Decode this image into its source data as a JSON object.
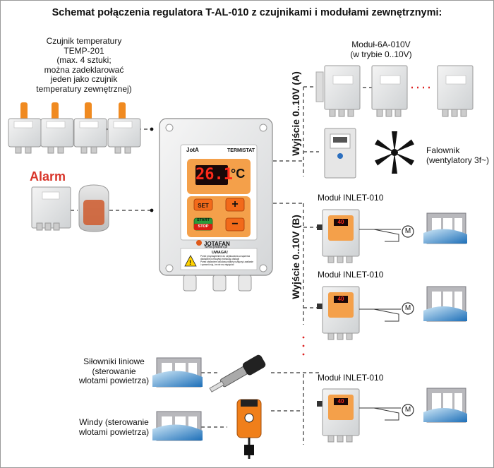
{
  "title": "Schemat połączenia regulatora T-AL-010 z czujnikami i modułami zewnętrznymi:",
  "sensor_label": [
    "Czujnik temperatury",
    "TEMP-201",
    "(max. 4 sztuki;",
    "można zadeklarować",
    "jeden jako czujnik",
    "temperatury zewnętrznej)"
  ],
  "alarm_label": "Alarm",
  "module_6a_label": [
    "Moduł-6A-010V",
    "(w trybie 0..10V)"
  ],
  "falownik_label": [
    "Falownik",
    "(wentylatory 3f~)"
  ],
  "output_a": "Wyjście 0..10V (A)",
  "output_b": "Wyjście 0..10V (B)",
  "inlet_label": "Moduł INLET-010",
  "actuators_label": [
    "Siłowniki liniowe",
    "(sterowanie",
    "wlotami powietrza)"
  ],
  "winches_label": [
    "Windy (sterowanie",
    "wlotami powietrza)"
  ],
  "controller": {
    "brand_small": "JotA",
    "model": "TERMISTAT",
    "display": "26.1",
    "unit": "°C",
    "set": "SET",
    "plus": "+",
    "minus": "−",
    "start": "START",
    "stop": "STOP",
    "brand": "JOTAFAN",
    "url": "www.jotafan.pl",
    "warning_title": "UWAGA!",
    "warning_text": [
      "Przed przystąpieniem do użytkowania urządzenia",
      "dokładnie przeczytaj instrukcję obsługi!",
      "Przed otwarciem obudowy należy rozłączyć zasilanie",
      "i upewnić się, że nie ma napięcia!"
    ]
  },
  "inlet_display": "40",
  "motor_symbol": "M",
  "colors": {
    "accent_orange": "#f07f1a",
    "display_red": "#e01010",
    "alarm_red": "#d8352a",
    "dash": "#333333"
  }
}
